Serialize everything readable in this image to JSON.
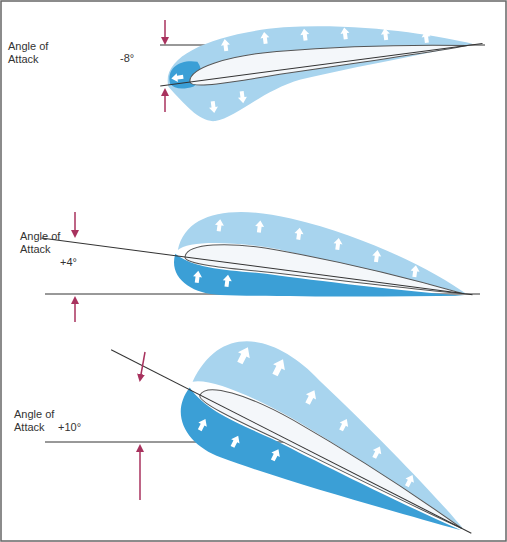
{
  "diagram": {
    "labels": [
      "Angle of Attack",
      "-8°",
      "Angle of Attack",
      "+4°",
      "Angle of Attack",
      "+10°"
    ]
  }
}
